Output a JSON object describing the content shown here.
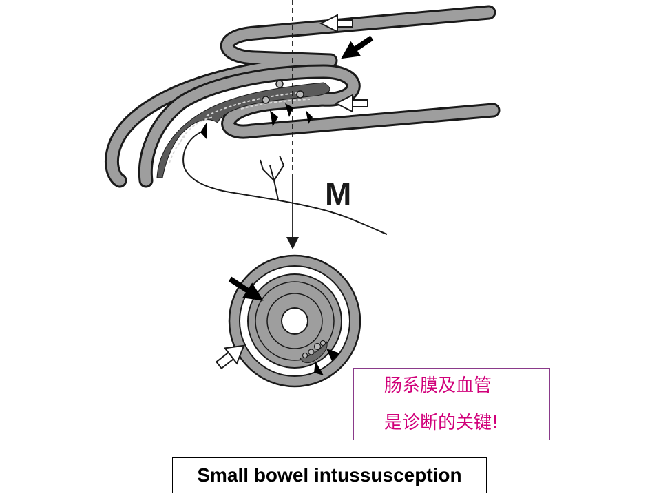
{
  "diagram": {
    "m_label": "M"
  },
  "note": {
    "line1": "肠系膜及血管",
    "line2": "是诊断的关键!"
  },
  "caption": "Small bowel intussusception",
  "colors": {
    "bowel_wall": "#9e9e9e",
    "outline": "#1a1a1a",
    "mesentery": "#555555",
    "note_text": "#d1007a",
    "note_border": "#8a3a8a"
  }
}
